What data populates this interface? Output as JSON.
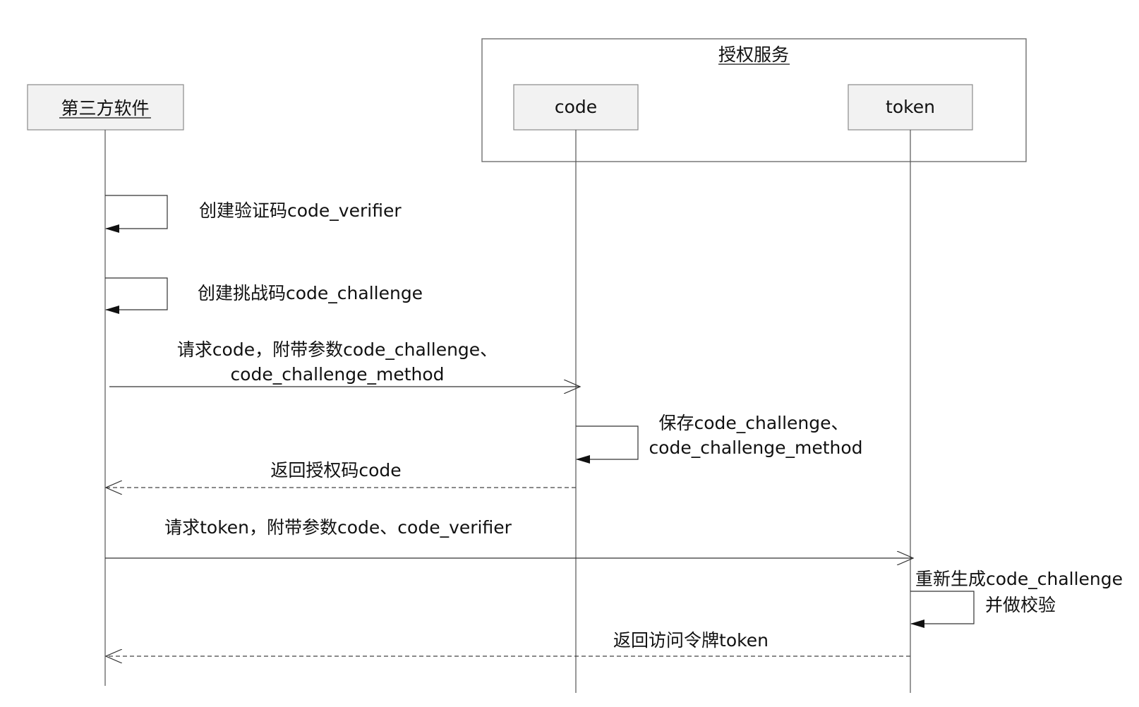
{
  "diagram": {
    "group_title": "授权服务",
    "participants": {
      "client": "第三方软件",
      "code": "code",
      "token": "token"
    },
    "messages": {
      "m1": "创建验证码code_verifier",
      "m2": "创建挑战码code_challenge",
      "m3_line1": "请求code，附带参数code_challenge、",
      "m3_line2": "code_challenge_method",
      "m4_line1": "保存code_challenge、",
      "m4_line2": "code_challenge_method",
      "m5": "返回授权码code",
      "m6": "请求token，附带参数code、code_verifier",
      "m7_line1": "重新生成code_challenge",
      "m7_line2": "并做校验",
      "m8": "返回访问令牌token"
    }
  },
  "colors": {
    "box_fill": "#f2f2f2",
    "box_stroke": "#8a8a8a",
    "line": "#333333",
    "text": "#111111"
  }
}
